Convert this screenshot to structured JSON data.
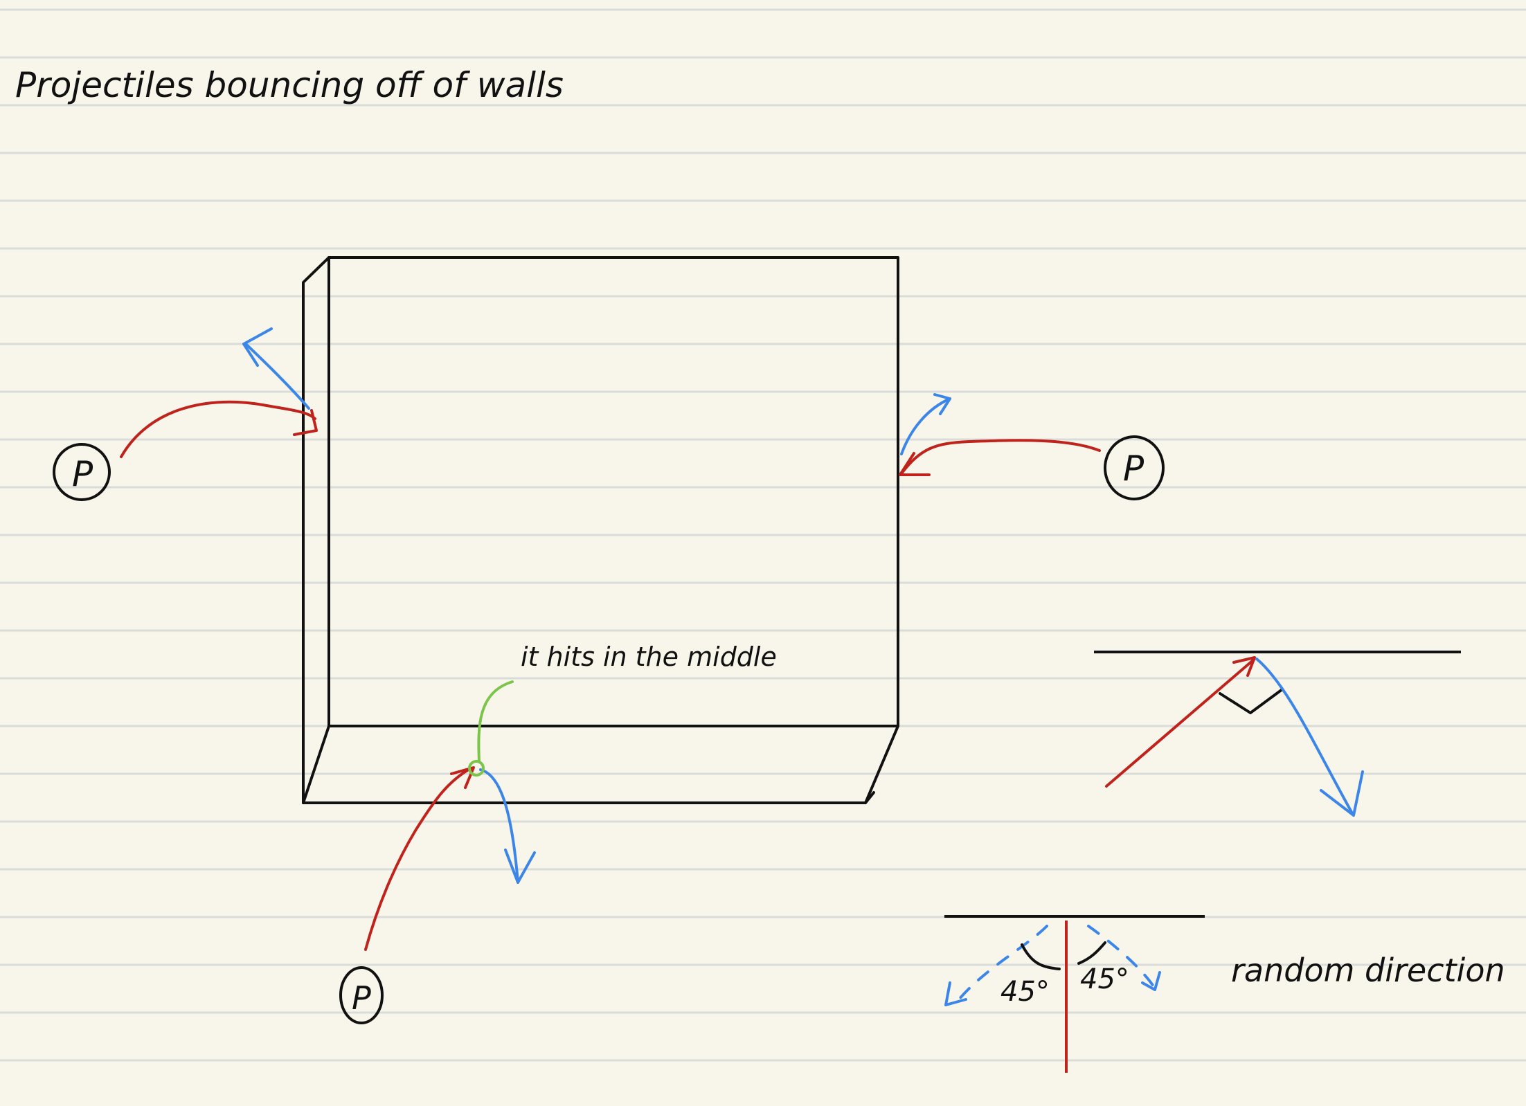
{
  "title": "Projectiles bouncing off of walls",
  "annotation": "it hits in the middle",
  "projectile_label": "P",
  "angle_left": "45°",
  "angle_right": "45°",
  "random_direction_label": "random direction",
  "colors": {
    "paper": "#f8f6ea",
    "rule_line": "#d9dcd9",
    "ink": "#111111",
    "incoming": "#c0221c",
    "outgoing": "#3b86e8",
    "pointer": "#7cc44a"
  },
  "icons": {
    "projectile": "circled-p-icon",
    "arrowhead": "arrowhead-icon"
  }
}
